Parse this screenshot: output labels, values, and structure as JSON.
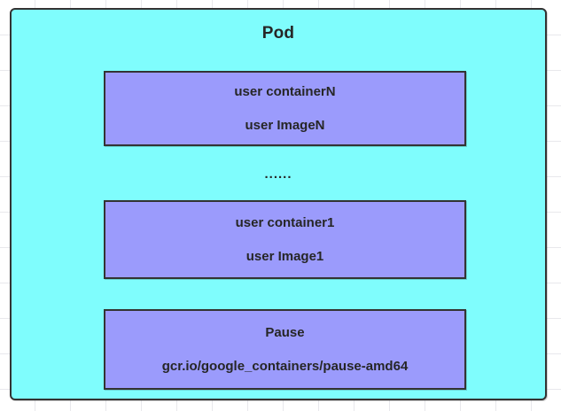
{
  "canvas": {
    "background_color": "#ffffff",
    "grid_line_color": "#e8e8ec"
  },
  "diagram": {
    "type": "nested-block-diagram",
    "pod": {
      "title": "Pod",
      "fill_color": "#7ffdfd",
      "border_color": "#333333"
    },
    "ellipsis": "......",
    "containers": [
      {
        "id": "container-n",
        "name": "user containerN",
        "image": "user ImageN",
        "fill_color": "#9b9bfc",
        "border_color": "#333333"
      },
      {
        "id": "container-1",
        "name": "user container1",
        "image": "user Image1",
        "fill_color": "#9b9bfc",
        "border_color": "#333333"
      },
      {
        "id": "container-pause",
        "name": "Pause",
        "image": "gcr.io/google_containers/pause-amd64",
        "fill_color": "#9b9bfc",
        "border_color": "#333333"
      }
    ]
  }
}
